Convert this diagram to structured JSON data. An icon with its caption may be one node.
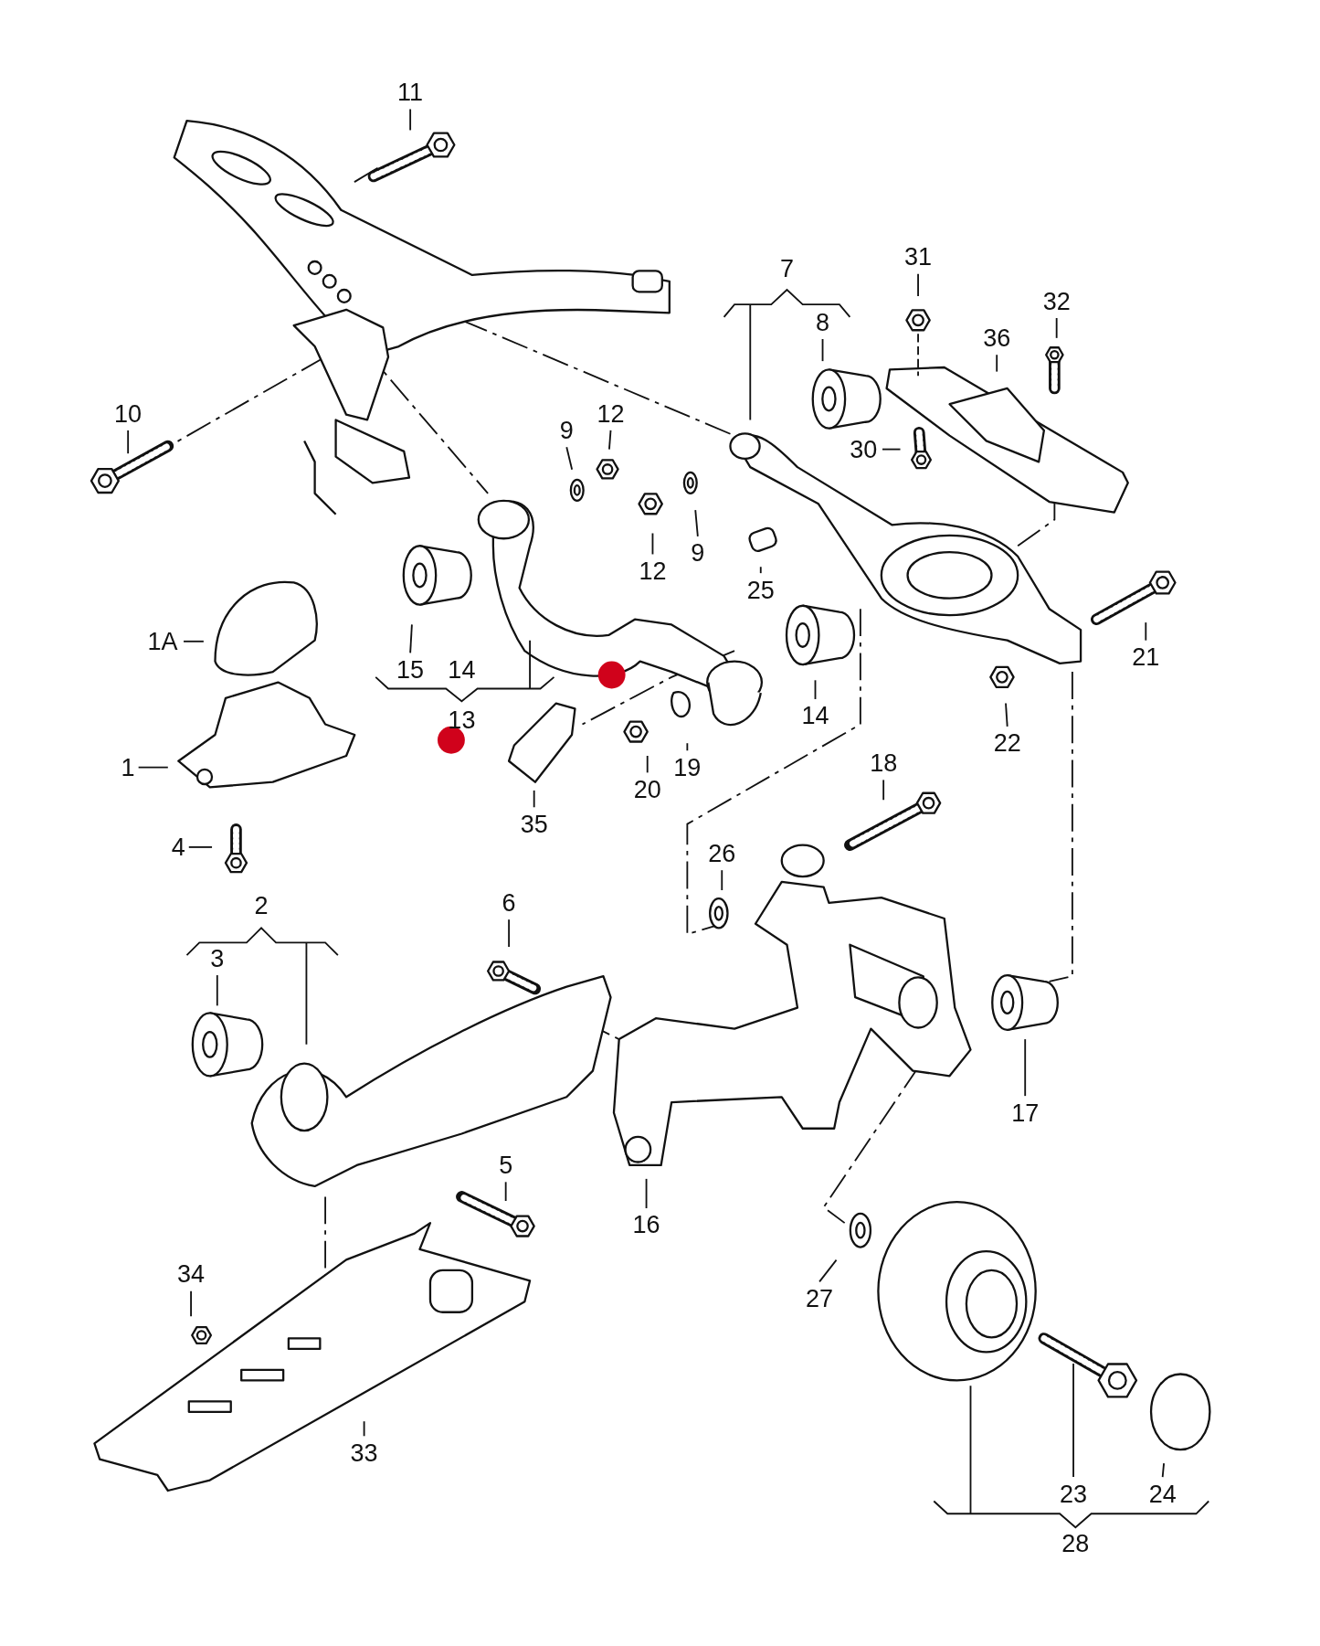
{
  "diagram": {
    "nodes": [
      {
        "text": [
          "11"
        ]
      },
      {
        "text": [
          "10"
        ]
      },
      {
        "text": [
          "9"
        ]
      },
      {
        "text": [
          "12"
        ]
      },
      {
        "text": [
          "8"
        ]
      },
      {
        "text": [
          "31"
        ]
      },
      {
        "text": [
          "32"
        ]
      },
      {
        "text": [
          "36"
        ]
      },
      {
        "text": [
          "30"
        ]
      },
      {
        "text": [
          "12"
        ]
      },
      {
        "text": [
          "9"
        ]
      },
      {
        "text": [
          "25"
        ]
      },
      {
        "text": [
          "1A"
        ]
      },
      {
        "text": [
          "15"
        ]
      },
      {
        "text": [
          "14"
        ]
      },
      {
        "text": [
          "21"
        ]
      },
      {
        "text": [
          "22"
        ]
      },
      {
        "text": [
          "1"
        ]
      },
      {
        "text": [
          "4"
        ]
      },
      {
        "text": [
          "35"
        ]
      },
      {
        "text": [
          "20"
        ]
      },
      {
        "text": [
          "19"
        ]
      },
      {
        "text": [
          "18"
        ]
      },
      {
        "text": [
          "26"
        ]
      },
      {
        "text": [
          "6"
        ]
      },
      {
        "text": [
          "3"
        ]
      },
      {
        "text": [
          "5"
        ]
      },
      {
        "text": [
          "16"
        ]
      },
      {
        "text": [
          "17"
        ]
      },
      {
        "text": [
          "34"
        ]
      },
      {
        "text": [
          "27"
        ]
      },
      {
        "text": [
          "33"
        ]
      },
      {
        "text": [
          "23"
        ]
      },
      {
        "text": [
          "24"
        ]
      }
    ],
    "edges": [
      {
        "from": 0,
        "to": null,
        "arrow": "none"
      },
      {
        "from": 1,
        "to": null,
        "arrow": "none"
      },
      {
        "from": 2,
        "to": null,
        "arrow": "none"
      },
      {
        "from": 3,
        "to": null,
        "arrow": "none"
      },
      {
        "from": 4,
        "to": null,
        "arrow": "none"
      },
      {
        "from": 5,
        "to": null,
        "arrow": "none"
      },
      {
        "from": 6,
        "to": null,
        "arrow": "none"
      },
      {
        "from": 7,
        "to": null,
        "arrow": "none"
      },
      {
        "from": 8,
        "to": null,
        "arrow": "none"
      },
      {
        "from": 9,
        "to": null,
        "arrow": "none"
      },
      {
        "from": 10,
        "to": null,
        "arrow": "none"
      },
      {
        "from": 11,
        "to": null,
        "arrow": "none"
      },
      {
        "from": 12,
        "to": null,
        "arrow": "none"
      },
      {
        "from": 13,
        "to": null,
        "arrow": "none"
      },
      {
        "from": 14,
        "to": null,
        "arrow": "none"
      },
      {
        "from": 15,
        "to": null,
        "arrow": "none"
      },
      {
        "from": 16,
        "to": null,
        "arrow": "none"
      },
      {
        "from": 17,
        "to": null,
        "arrow": "none"
      },
      {
        "from": 18,
        "to": null,
        "arrow": "none"
      },
      {
        "from": 19,
        "to": null,
        "arrow": "none"
      },
      {
        "from": 20,
        "to": null,
        "arrow": "none"
      },
      {
        "from": 21,
        "to": null,
        "arrow": "none"
      },
      {
        "from": 22,
        "to": null,
        "arrow": "none"
      },
      {
        "from": 23,
        "to": null,
        "arrow": "none"
      },
      {
        "from": 24,
        "to": null,
        "arrow": "none"
      },
      {
        "from": 25,
        "to": null,
        "arrow": "none"
      },
      {
        "from": 26,
        "to": null,
        "arrow": "none"
      },
      {
        "from": 27,
        "to": null,
        "arrow": "none"
      },
      {
        "from": 28,
        "to": null,
        "arrow": "none"
      },
      {
        "from": 29,
        "to": null,
        "arrow": "none"
      },
      {
        "from": 30,
        "to": null,
        "arrow": "none"
      },
      {
        "from": 31,
        "to": null,
        "arrow": "none"
      },
      {
        "from": 32,
        "to": null,
        "arrow": "none"
      },
      {
        "from": 33,
        "to": null,
        "arrow": "none"
      }
    ],
    "labels": [
      "7",
      "14",
      "13",
      "2",
      "28"
    ]
  }
}
